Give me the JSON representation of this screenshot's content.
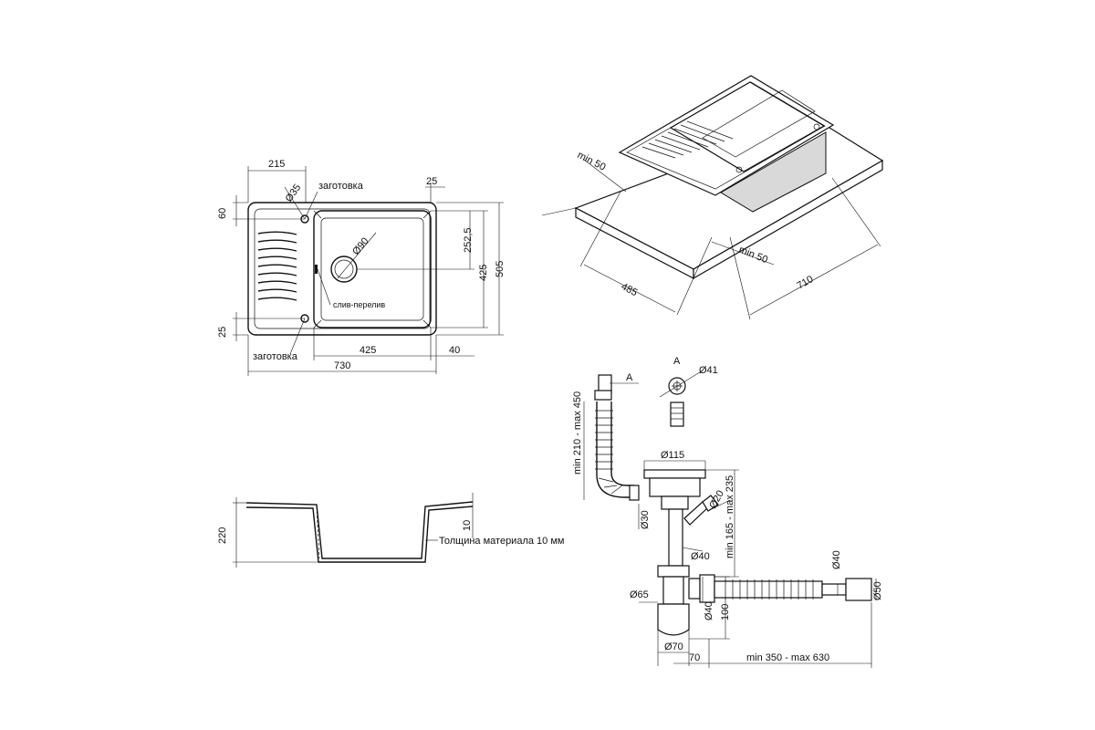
{
  "top_view": {
    "width_total": "730",
    "drainer_width": "215",
    "bowl_width": "425",
    "right_margin": "40",
    "top_right_offset": "25",
    "depth_total": "505",
    "bowl_depth": "425",
    "drain_offset": "252,5",
    "top_margin": "60",
    "bottom_margin": "25",
    "tap_hole": "Ø35",
    "drain_hole": "Ø90",
    "tap_hole_label": "заготовка",
    "overflow_label": "слив-перелив",
    "bottom_blank_label": "заготовка"
  },
  "section_view": {
    "height": "220",
    "rim": "10",
    "material_note": "Толщина материала 10 мм"
  },
  "iso_view": {
    "min_edge_top": "min 50",
    "min_edge_bottom": "min 50",
    "cutout_depth": "485",
    "cutout_width": "710"
  },
  "siphon": {
    "overflow_hose": "min 210 - max 450",
    "view_label": "A",
    "detail_label": "A",
    "overflow_outlet": "Ø41",
    "strainer": "Ø115",
    "overflow_pipe": "Ø30",
    "side_inlet": "Ø20",
    "height_range": "min 165 - max 235",
    "tail_pipe": "Ø40",
    "trap_body": "Ø65",
    "trap_outlet": "Ø40",
    "trap_height": "100",
    "bottom_dia": "Ø70",
    "offset": "70",
    "hose_length": "min 350 - max 630",
    "hose_dia": "Ø40",
    "end_dia": "Ø50"
  }
}
